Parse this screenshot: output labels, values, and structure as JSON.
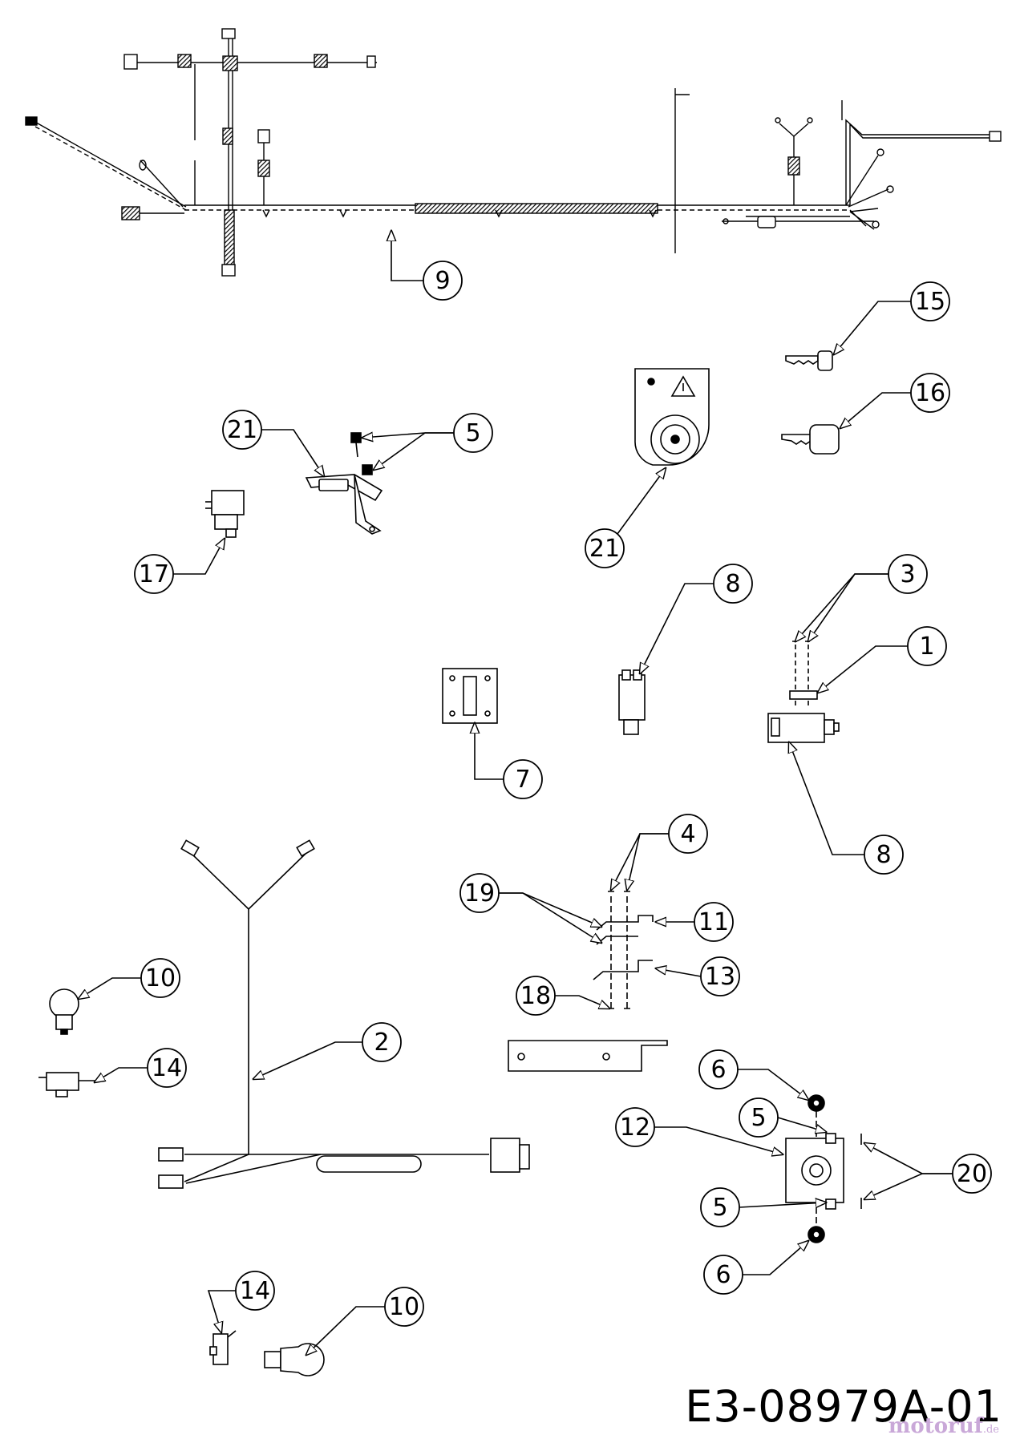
{
  "drawing_number": "E3-08979A-01",
  "watermark": {
    "brand": "motoruf",
    "suffix": ".de"
  },
  "callouts": [
    {
      "id": "c-9",
      "label": "9"
    },
    {
      "id": "c-15",
      "label": "15"
    },
    {
      "id": "c-16",
      "label": "16"
    },
    {
      "id": "c-21a",
      "label": "21"
    },
    {
      "id": "c-5a",
      "label": "5"
    },
    {
      "id": "c-17",
      "label": "17"
    },
    {
      "id": "c-21b",
      "label": "21"
    },
    {
      "id": "c-3",
      "label": "3"
    },
    {
      "id": "c-8a",
      "label": "8"
    },
    {
      "id": "c-1",
      "label": "1"
    },
    {
      "id": "c-7",
      "label": "7"
    },
    {
      "id": "c-8b",
      "label": "8"
    },
    {
      "id": "c-4",
      "label": "4"
    },
    {
      "id": "c-19",
      "label": "19"
    },
    {
      "id": "c-11",
      "label": "11"
    },
    {
      "id": "c-13",
      "label": "13"
    },
    {
      "id": "c-18",
      "label": "18"
    },
    {
      "id": "c-10a",
      "label": "10"
    },
    {
      "id": "c-2",
      "label": "2"
    },
    {
      "id": "c-14a",
      "label": "14"
    },
    {
      "id": "c-6a",
      "label": "6"
    },
    {
      "id": "c-5b",
      "label": "5"
    },
    {
      "id": "c-12",
      "label": "12"
    },
    {
      "id": "c-20",
      "label": "20"
    },
    {
      "id": "c-5c",
      "label": "5"
    },
    {
      "id": "c-6b",
      "label": "6"
    },
    {
      "id": "c-14b",
      "label": "14"
    },
    {
      "id": "c-10b",
      "label": "10"
    }
  ]
}
